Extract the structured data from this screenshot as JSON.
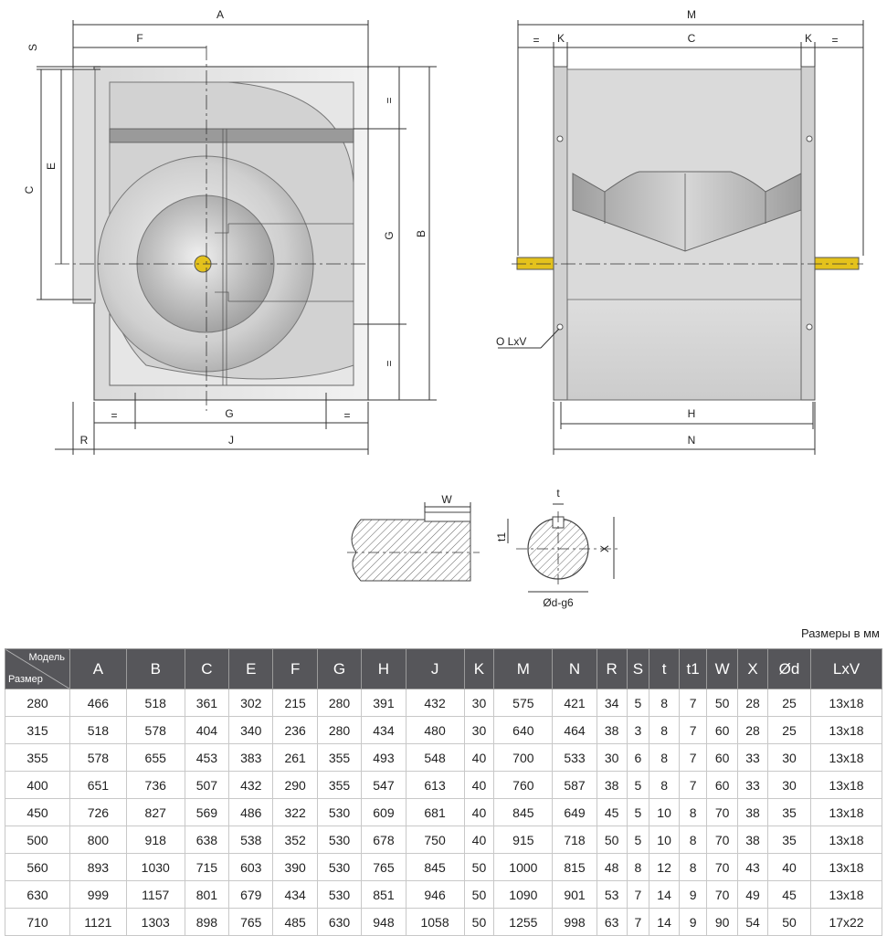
{
  "front_labels": {
    "A": "A",
    "F": "F",
    "S": "S",
    "C": "C",
    "E": "E",
    "G_right": "G",
    "B": "B",
    "eq_top": "=",
    "eq_bottom": "=",
    "eq_left": "=",
    "G_bottom": "G",
    "eq_right": "=",
    "R": "R",
    "J": "J"
  },
  "side_labels": {
    "M": "M",
    "eq_l": "=",
    "K_l": "K",
    "C": "C",
    "K_r": "K",
    "eq_r": "=",
    "olxv": "O LxV",
    "H": "H",
    "N": "N"
  },
  "shaft_labels": {
    "W": "W",
    "t": "t",
    "t1": "t1",
    "X": "X",
    "d": "Ød-g6"
  },
  "units": "Размеры в мм",
  "table": {
    "corner_top": "Модель",
    "corner_bottom": "Размер",
    "headers": [
      "A",
      "B",
      "C",
      "E",
      "F",
      "G",
      "H",
      "J",
      "K",
      "M",
      "N",
      "R",
      "S",
      "t",
      "t1",
      "W",
      "X",
      "Ød",
      "LxV"
    ],
    "rows": [
      [
        "280",
        "466",
        "518",
        "361",
        "302",
        "215",
        "280",
        "391",
        "432",
        "30",
        "575",
        "421",
        "34",
        "5",
        "8",
        "7",
        "50",
        "28",
        "25",
        "13x18"
      ],
      [
        "315",
        "518",
        "578",
        "404",
        "340",
        "236",
        "280",
        "434",
        "480",
        "30",
        "640",
        "464",
        "38",
        "3",
        "8",
        "7",
        "60",
        "28",
        "25",
        "13x18"
      ],
      [
        "355",
        "578",
        "655",
        "453",
        "383",
        "261",
        "355",
        "493",
        "548",
        "40",
        "700",
        "533",
        "30",
        "6",
        "8",
        "7",
        "60",
        "33",
        "30",
        "13x18"
      ],
      [
        "400",
        "651",
        "736",
        "507",
        "432",
        "290",
        "355",
        "547",
        "613",
        "40",
        "760",
        "587",
        "38",
        "5",
        "8",
        "7",
        "60",
        "33",
        "30",
        "13x18"
      ],
      [
        "450",
        "726",
        "827",
        "569",
        "486",
        "322",
        "530",
        "609",
        "681",
        "40",
        "845",
        "649",
        "45",
        "5",
        "10",
        "8",
        "70",
        "38",
        "35",
        "13x18"
      ],
      [
        "500",
        "800",
        "918",
        "638",
        "538",
        "352",
        "530",
        "678",
        "750",
        "40",
        "915",
        "718",
        "50",
        "5",
        "10",
        "8",
        "70",
        "38",
        "35",
        "13x18"
      ],
      [
        "560",
        "893",
        "1030",
        "715",
        "603",
        "390",
        "530",
        "765",
        "845",
        "50",
        "1000",
        "815",
        "48",
        "8",
        "12",
        "8",
        "70",
        "43",
        "40",
        "13x18"
      ],
      [
        "630",
        "999",
        "1157",
        "801",
        "679",
        "434",
        "530",
        "851",
        "946",
        "50",
        "1090",
        "901",
        "53",
        "7",
        "14",
        "9",
        "70",
        "49",
        "45",
        "13x18"
      ],
      [
        "710",
        "1121",
        "1303",
        "898",
        "765",
        "485",
        "630",
        "948",
        "1058",
        "50",
        "1255",
        "998",
        "63",
        "7",
        "14",
        "9",
        "90",
        "54",
        "50",
        "17x22"
      ]
    ]
  }
}
